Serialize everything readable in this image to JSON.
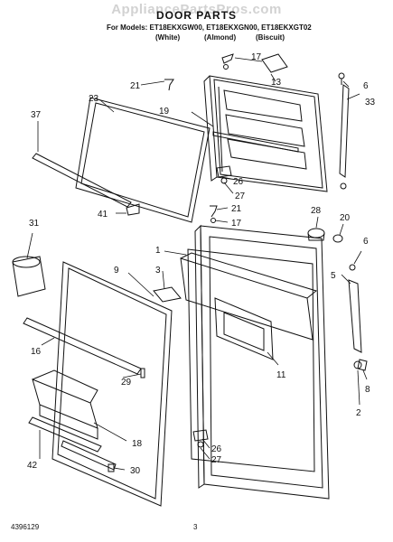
{
  "header": {
    "watermark": "AppliancePartsPros.com",
    "title": "DOOR PARTS",
    "models_line": "For Models: ET18EKXGW00, ET18EKXGN00, ET18EKXGT02",
    "color_white": "(White)",
    "color_almond": "(Almond)",
    "color_biscuit": "(Biscuit)"
  },
  "footer": {
    "doc_number": "4396129",
    "page_number": "3"
  },
  "callouts": {
    "c1": "1",
    "c2": "2",
    "c3": "3",
    "c5": "5",
    "c6a": "6",
    "c6b": "6",
    "c8": "8",
    "c9": "9",
    "c11": "11",
    "c13": "13",
    "c16": "16",
    "c17a": "17",
    "c17b": "17",
    "c18": "18",
    "c19": "19",
    "c20": "20",
    "c21a": "21",
    "c21b": "21",
    "c23": "23",
    "c26a": "26",
    "c26b": "26",
    "c27a": "27",
    "c27b": "27",
    "c28": "28",
    "c29": "29",
    "c30": "30",
    "c31": "31",
    "c33": "33",
    "c37": "37",
    "c41": "41",
    "c42": "42"
  }
}
